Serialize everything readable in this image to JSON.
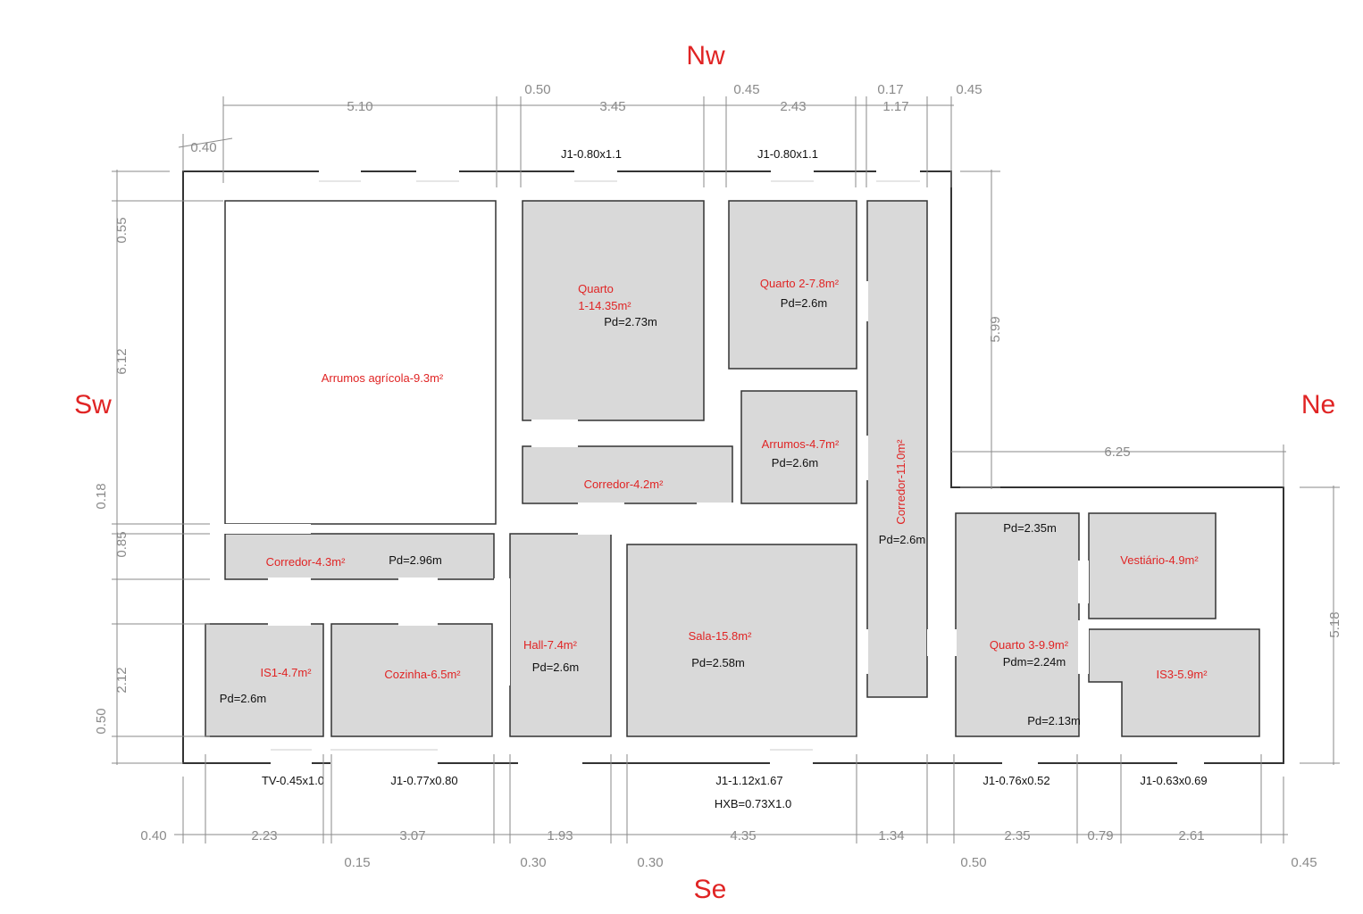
{
  "compass": {
    "north": "Nw",
    "south": "Se",
    "west": "Sw",
    "east": "Ne"
  },
  "rooms": {
    "arrumos_agricola": "Arrumos agrícola-9.3m²",
    "quarto1_line1": "Quarto",
    "quarto1_line2": "1-14.35m²",
    "quarto1_pd": "Pd=2.73m",
    "quarto2": "Quarto 2-7.8m²",
    "quarto2_pd": "Pd=2.6m",
    "arrumos": "Arrumos-4.7m²",
    "arrumos_pd": "Pd=2.6m",
    "corredor_42": "Corredor-4.2m²",
    "corredor_110": "Corredor-11.0m²",
    "corredor_110_pd": "Pd=2.6m",
    "corredor_43": "Corredor-4.3m²",
    "corredor_43_pd": "Pd=2.96m",
    "hall": "Hall-7.4m²",
    "hall_pd": "Pd=2.6m",
    "sala": "Sala-15.8m²",
    "sala_pd": "Pd=2.58m",
    "is1": "IS1-4.7m²",
    "is1_pd": "Pd=2.6m",
    "cozinha": "Cozinha-6.5m²",
    "quarto3": "Quarto 3-9.9m²",
    "quarto3_pdm": "Pdm=2.24m",
    "quarto3_pd_top": "Pd=2.35m",
    "quarto3_pd_bottom": "Pd=2.13m",
    "vestiario": "Vestiário-4.9m²",
    "is3": "IS3-5.9m²"
  },
  "openings": {
    "top_left": "J1-0.80x1.1",
    "top_right": "J1-0.80x1.1",
    "bottom_tv": "TV-0.45x1.0",
    "bottom_j1a": "J1-0.77x0.80",
    "bottom_j1b": "J1-1.12x1.67",
    "bottom_hxb": "HXB=0.73X1.0",
    "bottom_j1c": "J1-0.76x0.52",
    "bottom_j1d": "J1-0.63x0.69"
  },
  "dimensions": {
    "top": [
      "5.10",
      "0.50",
      "3.45",
      "0.45",
      "2.43",
      "0.17",
      "1.17",
      "0.45"
    ],
    "top_left": "0.40",
    "left": [
      "0.55",
      "6.12",
      "0.18",
      "0.85",
      "2.12",
      "0.50"
    ],
    "right_upper": "5.99",
    "right_lower": "5.18",
    "ne_width": "6.25",
    "bottom": [
      "0.40",
      "2.23",
      "3.07",
      "1.93",
      "4.35",
      "1.34",
      "2.35",
      "0.79",
      "2.61"
    ],
    "bottom_small": [
      "0.15",
      "0.30",
      "0.30",
      "0.50",
      "0.45"
    ]
  }
}
